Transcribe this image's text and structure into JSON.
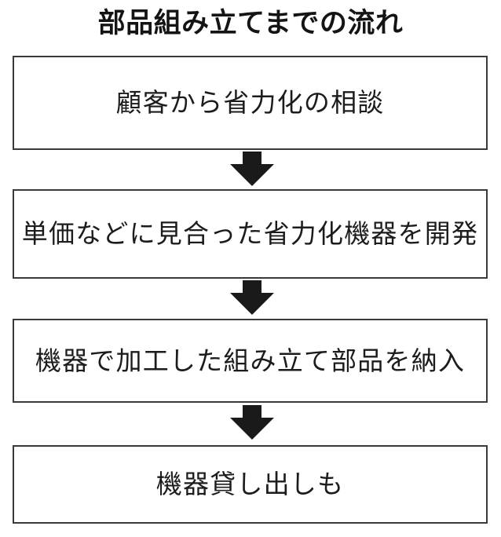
{
  "diagram": {
    "title": "部品組み立てまでの流れ",
    "accent_color": "#3a3a3a",
    "arrow_color": "#1a1a1a",
    "background_color": "#ffffff",
    "text_color": "#1c1c1c",
    "steps": [
      {
        "label": "顧客から省力化の相談"
      },
      {
        "label": "単価などに見合った省力化機器を開発"
      },
      {
        "label": "機器で加工した組み立て部品を納入"
      },
      {
        "label": "機器貸し出しも"
      }
    ],
    "connectors": [
      {
        "icon": "arrow-down-icon"
      },
      {
        "icon": "arrow-down-icon"
      },
      {
        "icon": "arrow-down-icon"
      }
    ]
  },
  "chart_data": {
    "type": "diagram",
    "title": "部品組み立てまでの流れ",
    "orientation": "vertical",
    "nodes": [
      "顧客から省力化の相談",
      "単価などに見合った省力化機器を開発",
      "機器で加工した組み立て部品を納入",
      "機器貸し出しも"
    ],
    "edges": [
      {
        "from": 0,
        "to": 1,
        "style": "block-arrow-down"
      },
      {
        "from": 1,
        "to": 2,
        "style": "block-arrow-down"
      },
      {
        "from": 2,
        "to": 3,
        "style": "block-arrow-down"
      }
    ]
  }
}
